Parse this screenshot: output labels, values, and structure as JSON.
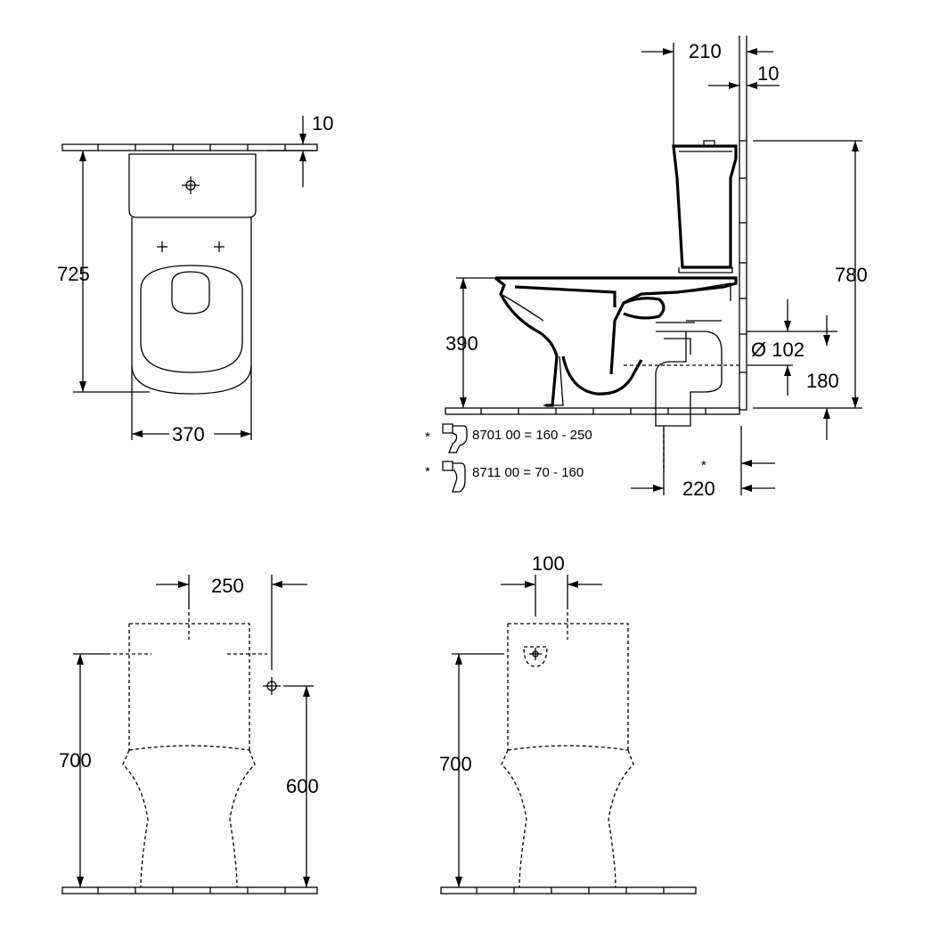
{
  "top_view": {
    "dim_wall_gap": "10",
    "dim_depth": "725",
    "dim_width": "370"
  },
  "side_view": {
    "dim_tank_depth": "210",
    "dim_wall_gap": "10",
    "dim_total_height": "780",
    "dim_seat_height": "390",
    "dim_outlet_diameter": "Ø 102",
    "dim_outlet_height": "180",
    "dim_outlet_distance": "220",
    "asterisk": "*",
    "option_1": {
      "marker": "*",
      "text": "8701 00 = 160 - 250"
    },
    "option_2": {
      "marker": "*",
      "text": "8711 00 =  70 -  160"
    }
  },
  "front_view": {
    "dim_supply_offset": "250",
    "dim_height": "700",
    "dim_supply_height": "600"
  },
  "back_view": {
    "dim_supply_offset": "100",
    "dim_height": "700"
  }
}
